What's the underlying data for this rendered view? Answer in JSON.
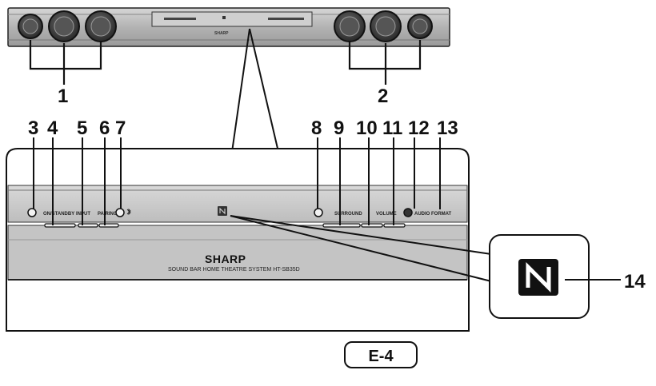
{
  "callouts": {
    "c1": "1",
    "c2": "2",
    "c3": "3",
    "c4": "4",
    "c5": "5",
    "c6": "6",
    "c7": "7",
    "c8": "8",
    "c9": "9",
    "c10": "10",
    "c11": "11",
    "c12": "12",
    "c13": "13",
    "c14": "14"
  },
  "panel": {
    "on_standby": "ON/STANDBY",
    "input": "INPUT",
    "pairing": "PAIRING",
    "surround": "SURROUND",
    "volume": "VOLUME",
    "audio_format": "AUDIO FORMAT",
    "brand": "SHARP",
    "model": "SOUND BAR HOME THEATRE SYSTEM HT-SB35D"
  },
  "page_label": "E-4",
  "colors": {
    "panel_grey": "#c8c8c8",
    "bar_grey": "#b8b8b8",
    "outline": "#111111",
    "background": "#ffffff"
  },
  "icons": {
    "nfc": "nfc-n-mark-icon",
    "bluetooth": "bluetooth-icon"
  }
}
